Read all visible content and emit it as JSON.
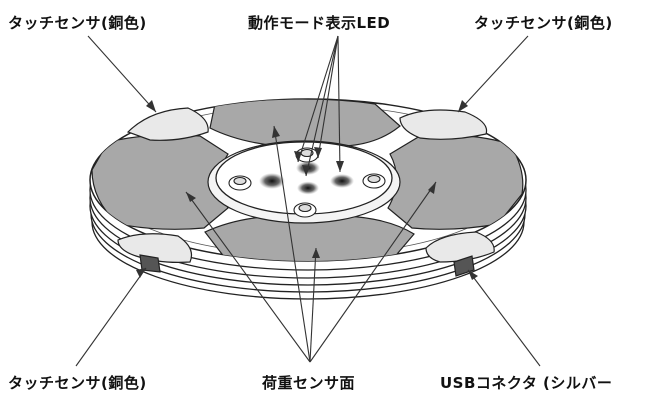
{
  "labels": {
    "touch_sensor_top_left": "タッチセンサ(銅色)",
    "mode_led": "動作モード表示LED",
    "touch_sensor_top_right": "タッチセンサ(銅色)",
    "touch_sensor_bottom_left": "タッチセンサ(銅色)",
    "load_sensor_surface": "荷重センサ面",
    "usb_connector": "USBコネクタ (シルバー"
  },
  "colors": {
    "outline": "#222222",
    "sensor_face": "#a8a8a8",
    "copper_pad": "#e9e9e9",
    "led_glow": "#1a1a1a"
  }
}
